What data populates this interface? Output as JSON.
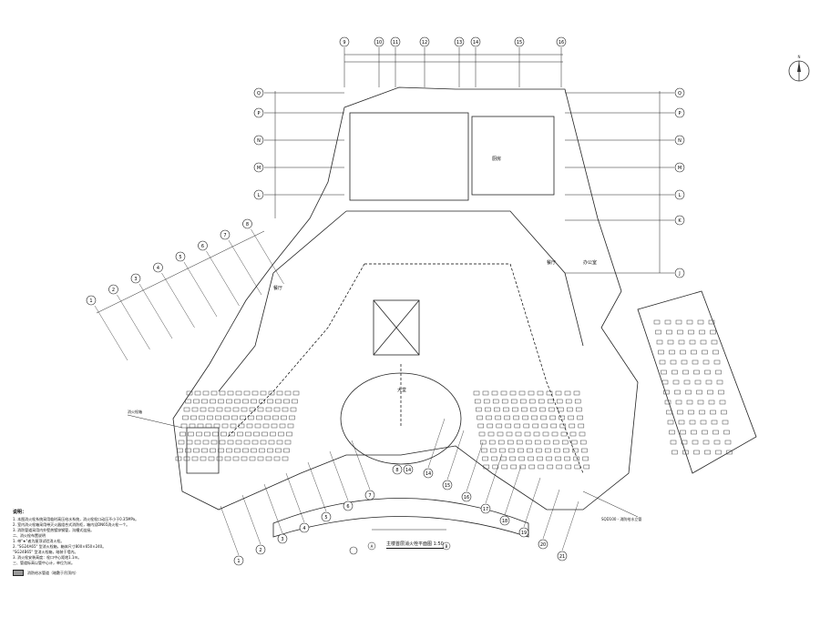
{
  "drawing": {
    "title": "主楼首层消火栓平面图",
    "scale": "1:50",
    "north_label": "N"
  },
  "grid_top": [
    "9",
    "10",
    "11",
    "12",
    "13",
    "14",
    "15",
    "16"
  ],
  "grid_left_rows": [
    "Q",
    "P",
    "N",
    "M",
    "L"
  ],
  "grid_right_rows": [
    "Q",
    "P",
    "N",
    "M",
    "L",
    "K",
    "J"
  ],
  "grid_left_diag": [
    "1",
    "2",
    "3",
    "4",
    "5",
    "6",
    "7",
    "8"
  ],
  "grid_bottom_left": [
    "1",
    "2",
    "3",
    "4",
    "5",
    "6",
    "7"
  ],
  "grid_bottom_right": [
    "14",
    "15",
    "16",
    "17",
    "18",
    "19",
    "20",
    "21"
  ],
  "grid_center_bottom": [
    "8",
    "14"
  ],
  "grid_entrance": [
    "A",
    "B"
  ],
  "rooms": {
    "lobby": "大堂",
    "restaurant_left": "餐厅",
    "restaurant_right": "餐厅",
    "kitchen": "厨房",
    "office": "办公室"
  },
  "callouts": {
    "hydrant_box": "消火栓箱",
    "riser": "SQD100 - 消防给水立管"
  },
  "notes": {
    "heading": "说明：",
    "lines": [
      "1. 本图消火栓系统采用临时高压给水系统，消火栓栓口动压不小于0.35MPa。",
      "2. 室内消火栓箱采用带灭火器组合式消防柜，箱内设DN65消火栓一个。",
      "3. 消防管道采用内外壁热镀锌钢管，沟槽式连接。",
      "二、消火栓布置说明",
      "1. 带\"★\"者为屋顶试验消火栓。",
      "2. \"SG24A65\" 型消火栓箱，箱体尺寸800×650×240。",
      "\"SG24B65\" 型消火栓箱，暗装于墙内。",
      "3. 消火栓安装高度：栓口中心距地1.1m。",
      "三、管道标高以管中心计，单位为米。"
    ],
    "legend": "消防给水管道（暗敷于吊顶内）"
  }
}
